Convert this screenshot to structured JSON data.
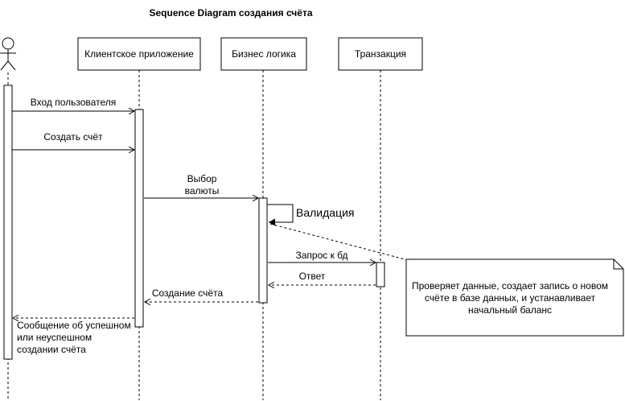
{
  "title": "Sequence Diagram создания счёта",
  "lifelines": {
    "client": "Клиентское приложение",
    "business": "Бизнес логика",
    "transaction": "Транзакция"
  },
  "messages": {
    "login": "Вход пользователя",
    "create_account": "Создать счёт",
    "currency_line1": "Выбор",
    "currency_line2": "валюты",
    "validation": "Валидация",
    "db_request": "Запрос к бд",
    "answer": "Ответ",
    "account_created": "Создание счёта",
    "result_line1": "Сообщение об успешном",
    "result_line2": "или неуспешном",
    "result_line3": "создании счёта"
  },
  "note": {
    "line1": "Проверяет данные, создает запись о новом",
    "line2": "счёте в базе данных, и устанавливает",
    "line3": "начальный баланс"
  }
}
